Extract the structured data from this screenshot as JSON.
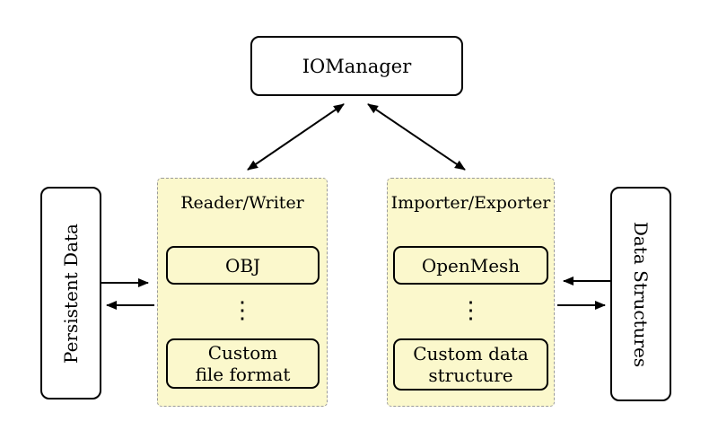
{
  "diagram": {
    "type": "architecture-diagram",
    "colors": {
      "background": "#ffffff",
      "group_fill": "#FBF8CC",
      "group_dashed_border": "#9a9a9a",
      "node_fill": "#ffffff",
      "line": "#000000"
    }
  },
  "nodes": {
    "iomanager": {
      "label": "IOManager"
    },
    "persistent_data": {
      "label": "Persistent Data"
    },
    "data_structures": {
      "label": "Data Structures"
    },
    "reader_writer": {
      "title": "Reader/Writer",
      "item_top": "OBJ",
      "dots": "⋮",
      "item_bottom": "Custom\nfile format"
    },
    "importer_exporter": {
      "title": "Importer/Exporter",
      "item_top": "OpenMesh",
      "dots": "⋮",
      "item_bottom": "Custom data\nstructure"
    }
  },
  "edges": [
    {
      "from": "IOManager",
      "to": "Reader/Writer",
      "direction": "bidirectional"
    },
    {
      "from": "IOManager",
      "to": "Importer/Exporter",
      "direction": "bidirectional"
    },
    {
      "from": "Persistent Data",
      "to": "Reader/Writer",
      "direction": "right"
    },
    {
      "from": "Reader/Writer",
      "to": "Persistent Data",
      "direction": "left"
    },
    {
      "from": "Data Structures",
      "to": "Importer/Exporter",
      "direction": "left"
    },
    {
      "from": "Importer/Exporter",
      "to": "Data Structures",
      "direction": "right"
    }
  ]
}
